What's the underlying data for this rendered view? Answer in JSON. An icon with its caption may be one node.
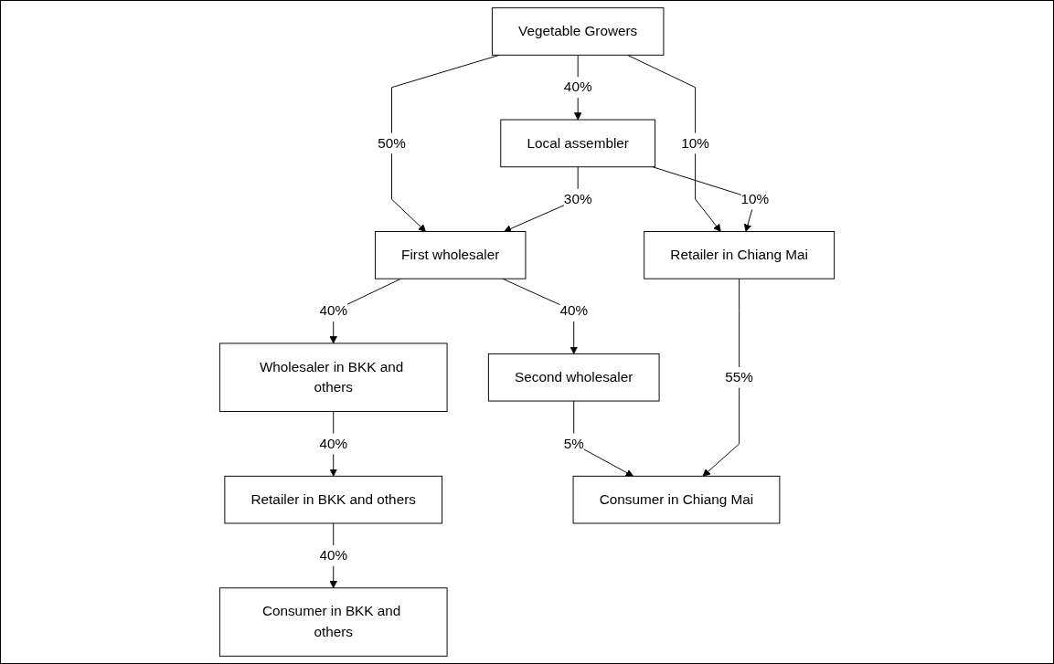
{
  "diagram": {
    "nodes": [
      {
        "text": [
          "Vegetable Growers"
        ]
      },
      {
        "text": [
          "Local assembler"
        ]
      },
      {
        "text": [
          "First wholesaler"
        ]
      },
      {
        "text": [
          "Retailer in Chiang Mai"
        ]
      },
      {
        "text": [
          "Wholesaler in BKK and others"
        ]
      },
      {
        "text": [
          "Second wholesaler"
        ]
      },
      {
        "text": [
          "Retailer in BKK and others"
        ]
      },
      {
        "text": [
          "Consumer in Chiang Mai"
        ]
      },
      {
        "text": [
          "Consumer in BKK and others"
        ]
      }
    ],
    "edges": [
      {
        "from": 0,
        "to": 1,
        "arrow": "to",
        "label": "40%"
      },
      {
        "from": 0,
        "to": 2,
        "arrow": "to",
        "label": "50%"
      },
      {
        "from": 0,
        "to": 3,
        "arrow": "to",
        "label": "10%"
      },
      {
        "from": 1,
        "to": 2,
        "arrow": "to",
        "label": "30%"
      },
      {
        "from": 1,
        "to": 3,
        "arrow": "to",
        "label": "10%"
      },
      {
        "from": 2,
        "to": 4,
        "arrow": "to",
        "label": "40%"
      },
      {
        "from": 2,
        "to": 5,
        "arrow": "to",
        "label": "40%"
      },
      {
        "from": 4,
        "to": 6,
        "arrow": "to",
        "label": "40%"
      },
      {
        "from": 6,
        "to": 8,
        "arrow": "to",
        "label": "40%"
      },
      {
        "from": 5,
        "to": 7,
        "arrow": "to",
        "label": "5%"
      },
      {
        "from": 3,
        "to": 7,
        "arrow": "to",
        "label": "55%"
      }
    ]
  }
}
